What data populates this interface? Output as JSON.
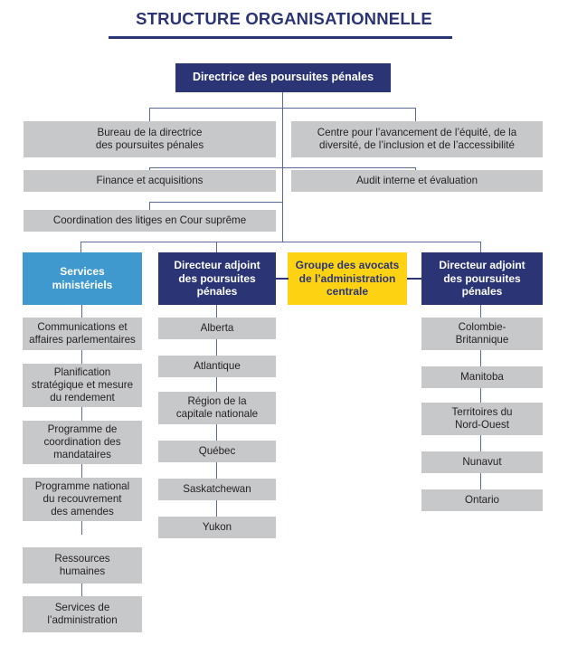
{
  "header": {
    "title": "STRUCTURE ORGANISATIONNELLE"
  },
  "root": {
    "label": "Directrice des poursuites pénales"
  },
  "staff_units": [
    {
      "label": "Bureau de la directrice\ndes poursuites pénales"
    },
    {
      "label": "Centre pour l’avancement de l’équité, de la\ndiversité, de l’inclusion et de l’accessibilité"
    },
    {
      "label": "Finance et acquisitions"
    },
    {
      "label": "Audit interne et évaluation"
    },
    {
      "label": "Coordination des litiges en Cour suprême"
    }
  ],
  "columns": [
    {
      "header": "Services\nministériels",
      "header_color": "#3f99ce",
      "items": [
        "Communications et\naffaires parlementaires",
        "Planification\nstratégique et mesure\ndu rendement",
        "Programme de\ncoordination des\nmandataires",
        "Programme national\ndu recouvrement\ndes amendes",
        "Ressources\nhumaines",
        "Services de\nl’administration"
      ]
    },
    {
      "header": "Directeur adjoint\ndes poursuites\npénales",
      "header_color": "#2b3575",
      "items": [
        "Alberta",
        "Atlantique",
        "Région de la\ncapitale nationale",
        "Québec",
        "Saskatchewan",
        "Yukon"
      ]
    },
    {
      "header": "Groupe des avocats\nde l’administration\ncentrale",
      "header_color": "#fcd213",
      "items": []
    },
    {
      "header": "Directeur adjoint\ndes poursuites\npénales",
      "header_color": "#2b3575",
      "items": [
        "Colombie-\nBritannique",
        "Manitoba",
        "Territoires du\nNord-Ouest",
        "Nunavut",
        "Ontario"
      ]
    }
  ],
  "colors": {
    "navy": "#2b3575",
    "light_blue": "#3f99ce",
    "yellow": "#fcd213",
    "gray": "#c7c8ca",
    "connector": "#5b6a9a"
  }
}
